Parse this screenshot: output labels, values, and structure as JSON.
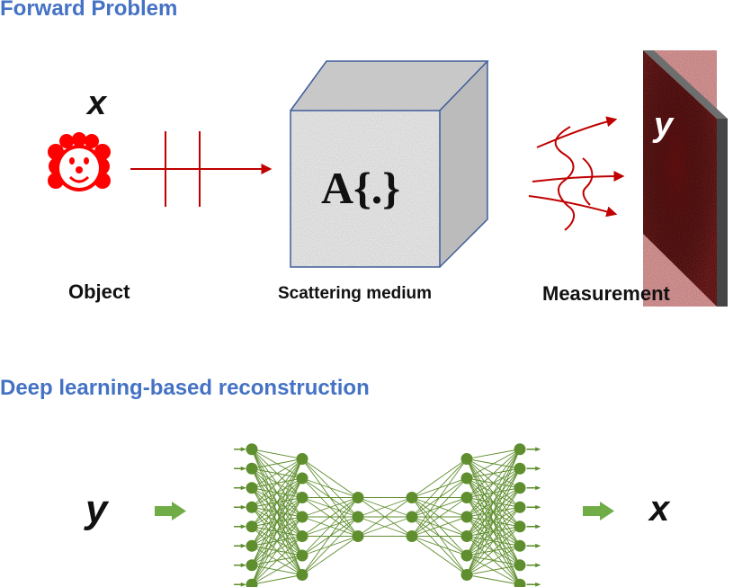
{
  "forward": {
    "title": "Forward Problem",
    "object_var": "x",
    "object_label": "Object",
    "operator": "A{.}",
    "medium_label": "Scattering medium",
    "measurement_var": "y",
    "measurement_label": "Measurement"
  },
  "reconstruction": {
    "title": "Deep learning-based reconstruction",
    "input_var": "y",
    "output_var": "x",
    "network_layers": [
      8,
      7,
      3,
      3,
      7,
      8
    ]
  },
  "colors": {
    "title": "#4472c4",
    "optic_red": "#c00000",
    "clown_red": "#ff0000",
    "arrow_green": "#70ad47",
    "neuron": "#5f8e2e",
    "cube_edge": "#3f5c9a"
  }
}
